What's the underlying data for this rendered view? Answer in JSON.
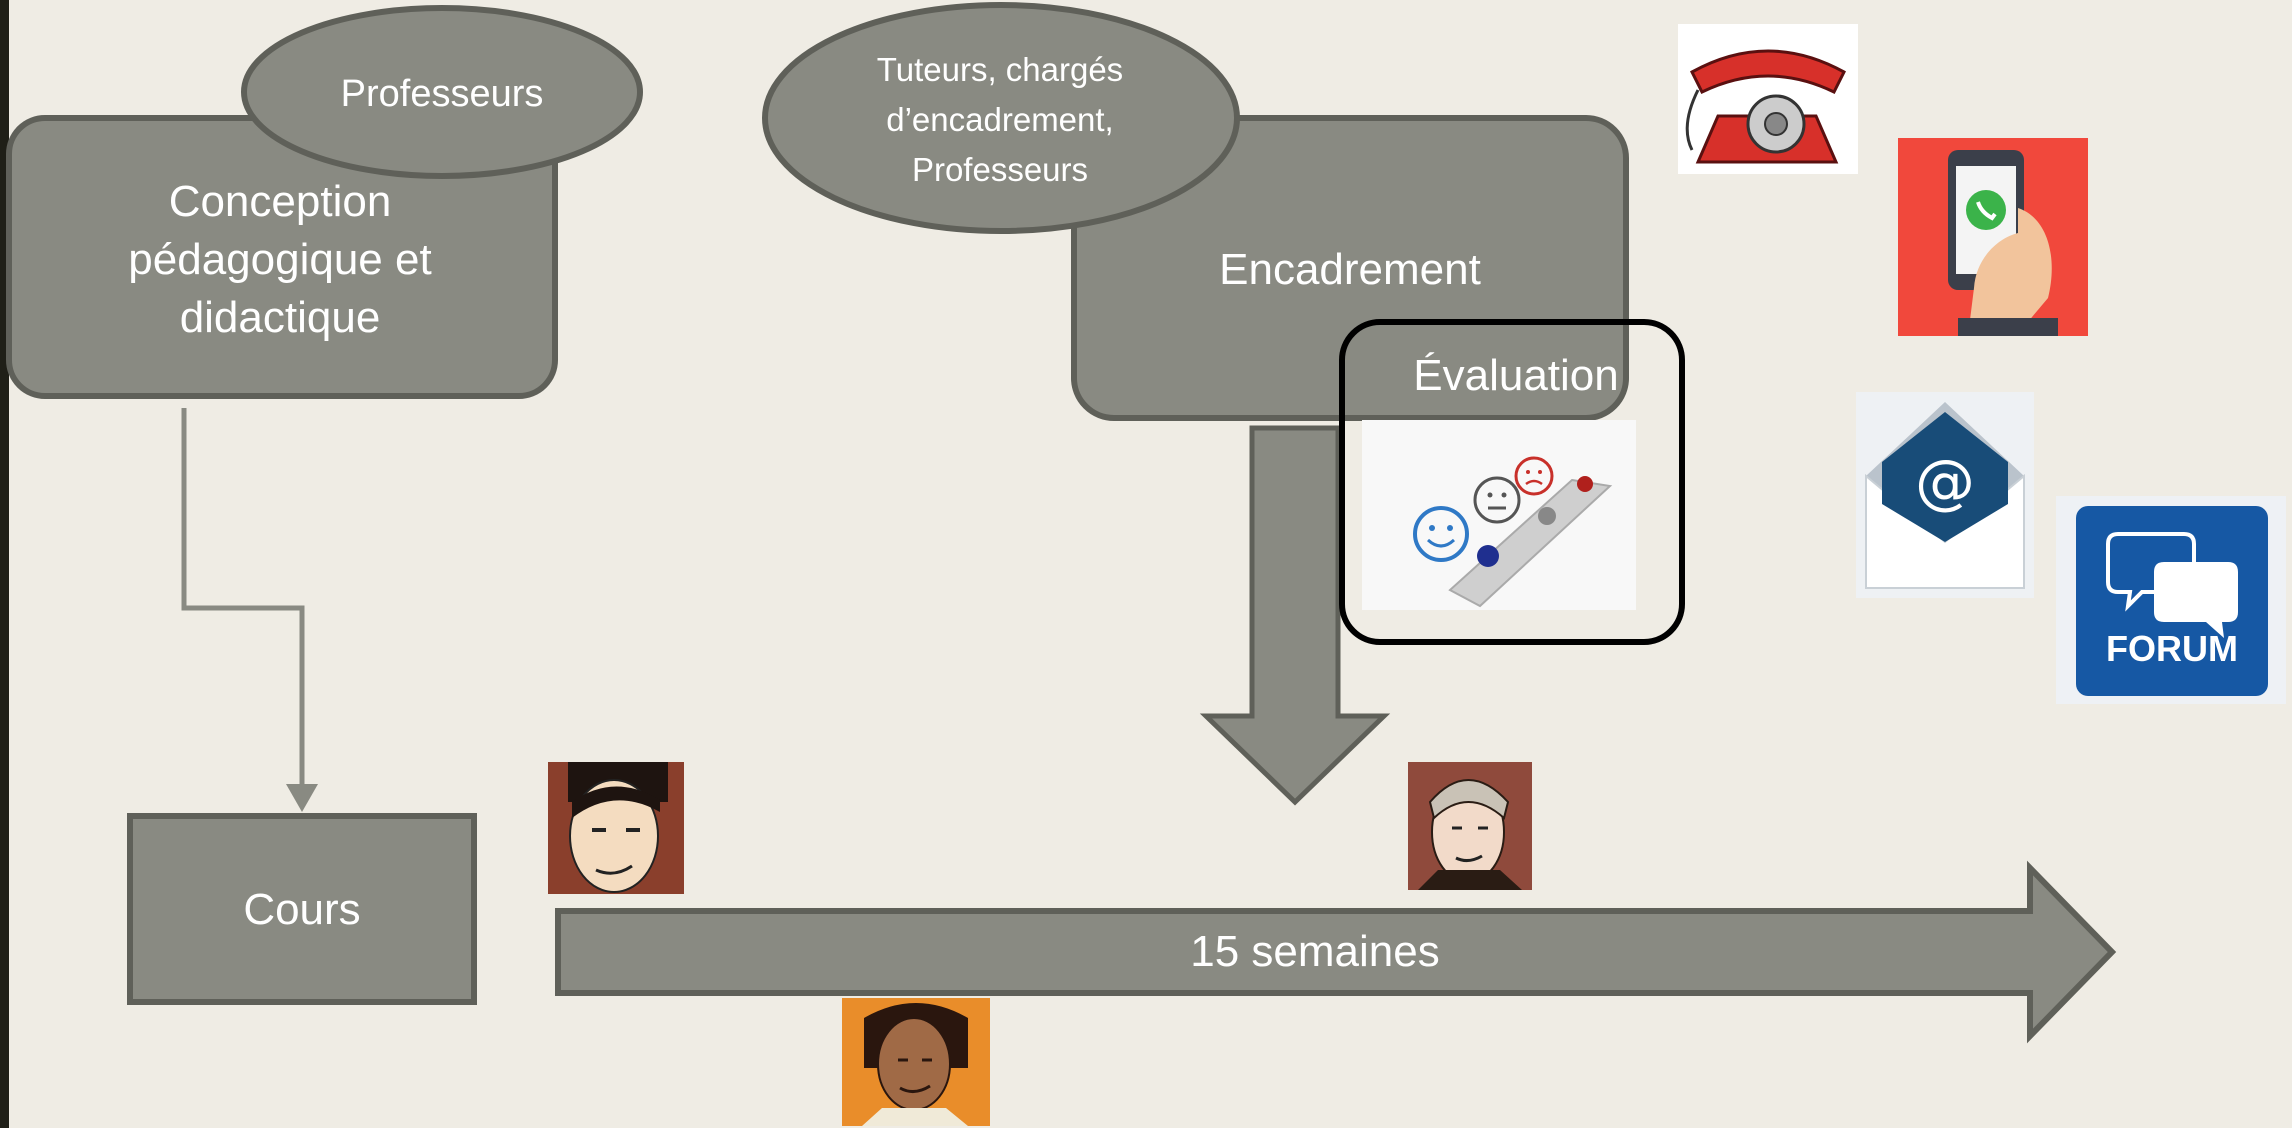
{
  "diagram": {
    "conception_label": "Conception pédagogique et didactique",
    "professeurs_label": "Professeurs",
    "tuteurs_label": "Tuteurs, chargés d’encadrement, Professeurs",
    "encadrement_label": "Encadrement",
    "evaluation_label": "Évaluation",
    "cours_label": "Cours",
    "timeline_label": "15 semaines",
    "forum_label": "FORUM",
    "email_symbol": "@"
  },
  "colors": {
    "background": "#efece4",
    "shape_fill": "#898a82",
    "shape_border": "#5f6059",
    "text": "#ffffff",
    "evaluation_frame": "#000000"
  },
  "icons": [
    "telephone-icon",
    "smartphone-call-icon",
    "email-icon",
    "forum-icon",
    "smiley-rating-icon"
  ]
}
